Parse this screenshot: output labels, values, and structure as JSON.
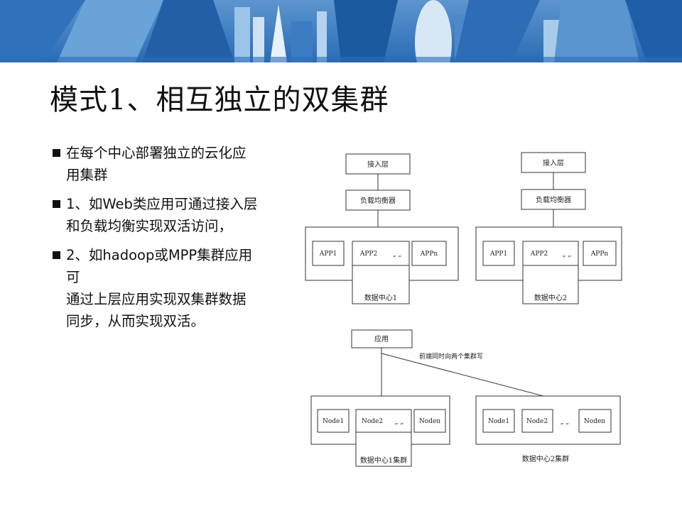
{
  "slide": {
    "title": "模式1、相互独立的双集群",
    "bullets": [
      {
        "lines": [
          "在每个中心部署独立的云化应",
          "用集群"
        ]
      },
      {
        "lines": [
          "1、如Web类应用可通过接入层",
          "和负载均衡实现双活访问，"
        ]
      },
      {
        "lines": [
          "2、如hadoop或MPP集群应用可",
          "通过上层应用实现双集群数据",
          "同步，从而实现双活。"
        ]
      }
    ]
  },
  "diagram": {
    "dc1": {
      "access_label": "接入层",
      "lb_label": "负载均衡器",
      "apps": [
        "APP1",
        "APP2",
        "APPn"
      ],
      "ellipsis": "„ „",
      "dc_label": "数据中心1"
    },
    "dc2": {
      "access_label": "接入层",
      "lb_label": "负载均衡器",
      "apps": [
        "APP1",
        "APP2",
        "APPn"
      ],
      "ellipsis": "„ „",
      "dc_label": "数据中心2"
    },
    "cluster": {
      "app_label": "应用",
      "write_note": "前端同时向两个集群写",
      "c1_nodes": [
        "Node1",
        "Node2",
        "Noden"
      ],
      "c2_nodes": [
        "Node1",
        "Node2",
        "Noden"
      ],
      "ellipsis": "„ „",
      "c1_label": "数据中心1集群",
      "c2_label": "数据中心2集群"
    }
  },
  "colors": {
    "banner_dark": "#1d5ea8",
    "banner_light": "#7fb2e0",
    "line": "#333333"
  }
}
